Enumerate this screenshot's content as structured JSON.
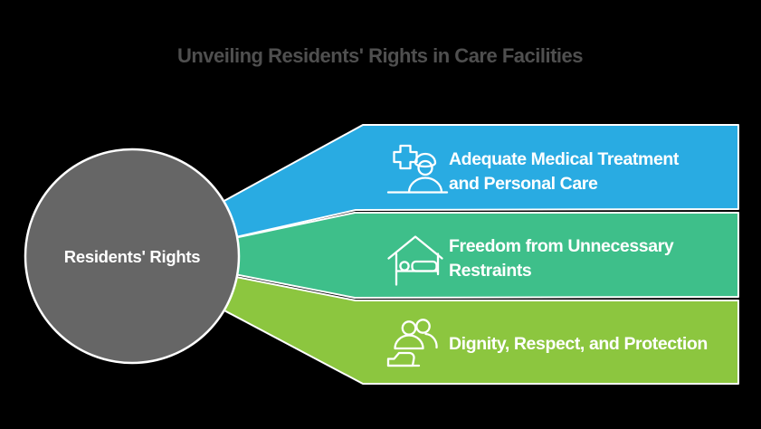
{
  "title": "Unveiling Residents' Rights in Care Facilities",
  "center": {
    "label": "Residents' Rights"
  },
  "bands": [
    {
      "label_line1": "Adequate Medical Treatment",
      "label_line2": "and Personal Care",
      "color": "#29abe2",
      "icon": "nurse-with-medical-cross"
    },
    {
      "label_line1": "Freedom from Unnecessary",
      "label_line2": "Restraints",
      "color": "#3ebf8a",
      "icon": "house-with-bed"
    },
    {
      "label_line1": "Dignity, Respect, and Protection",
      "label_line2": "",
      "color": "#8cc63f",
      "icon": "two-people-with-hand"
    }
  ],
  "colors": {
    "background": "#000000",
    "title_text": "#4f4f4f",
    "circle_fill": "#666666",
    "outline": "#ffffff",
    "band_blue": "#29abe2",
    "band_green": "#3ebf8a",
    "band_lime": "#8cc63f"
  }
}
